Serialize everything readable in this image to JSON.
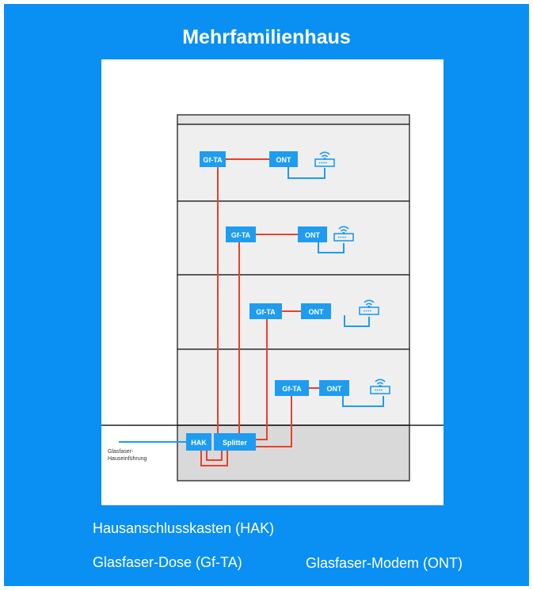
{
  "title": "Mehrfamilienhaus",
  "diagram": {
    "floors": [
      {
        "gfta_label": "Gf-TA",
        "ont_label": "ONT"
      },
      {
        "gfta_label": "Gf-TA",
        "ont_label": "ONT"
      },
      {
        "gfta_label": "Gf-TA",
        "ont_label": "ONT"
      },
      {
        "gfta_label": "Gf-TA",
        "ont_label": "ONT"
      }
    ],
    "hak_label": "HAK",
    "splitter_label": "Splitter",
    "entry_label_line1": "Glasfaser-",
    "entry_label_line2": "Hauseinführung"
  },
  "captions": {
    "hak": "Hausanschlusskasten (HAK)",
    "gfta": "Glasfaser-Dose (Gf-TA)",
    "ont": "Glasfaser-Modem (ONT)"
  },
  "colors": {
    "background": "#0a8ff2",
    "device": "#1e9cf0",
    "fiber": "#e8412c",
    "lan": "#1e9cf0",
    "floor": "#efefef",
    "basement": "#d9d9d9",
    "outline": "#3a3a3a"
  }
}
